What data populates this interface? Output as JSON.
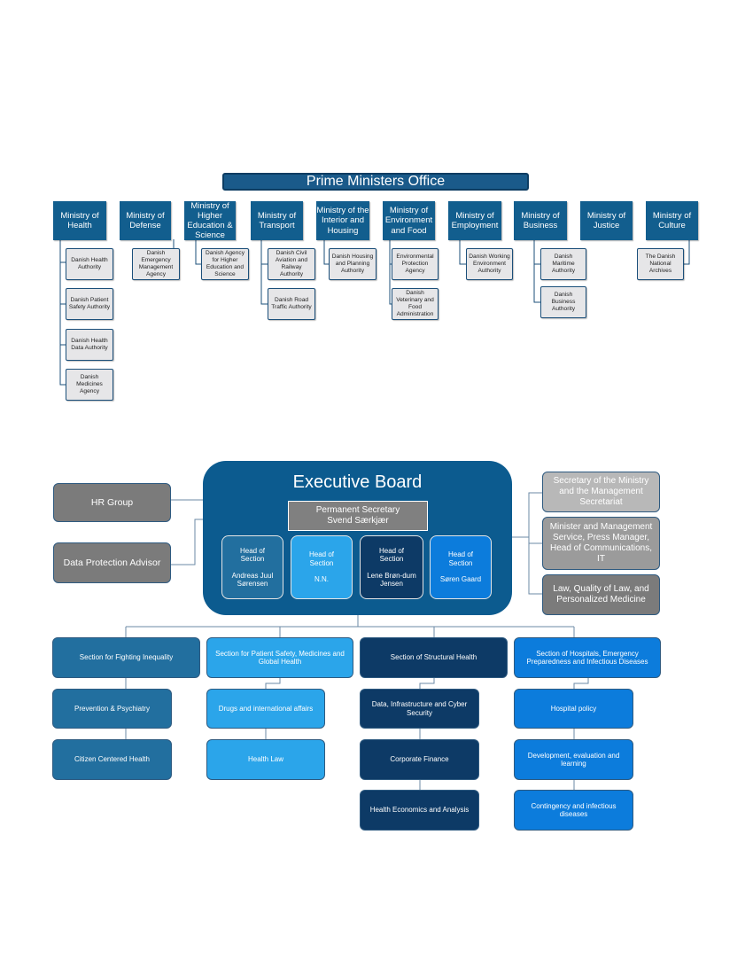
{
  "colors": {
    "ministry": "#125e8e",
    "agency_bg": "#e6e6e8",
    "board": "#0c5b8f",
    "gray": "#7b7b7b",
    "col1": "#226f9f",
    "col2": "#2ba5ea",
    "col3": "#0d3a66",
    "col4": "#0c7cdc"
  },
  "top_chart": {
    "title": "Prime Ministers Office",
    "ministries": [
      {
        "name": "Ministry of Health",
        "agencies": [
          "Danish Health Authority",
          "Danish Patient Safety Authority",
          "Danish Health Data Authority",
          "Danish Medicines Agency"
        ]
      },
      {
        "name": "Ministry of Defense",
        "agencies": [
          "Danish Emergency Management Agency"
        ]
      },
      {
        "name": "Ministry of Higher Education & Science",
        "agencies": [
          "Danish Agency for Higher Education and Science"
        ]
      },
      {
        "name": "Ministry of Transport",
        "agencies": [
          "Danish Civil Aviation and Railway Authority",
          "Danish Road Traffic Authority"
        ]
      },
      {
        "name": "Ministry of the Interior and Housing",
        "agencies": [
          "Danish Housing and Planning Authority"
        ]
      },
      {
        "name": "Ministry of Environment and Food",
        "agencies": [
          "Environmental Protection Agency",
          "Danish Veterinary and Food Administration"
        ]
      },
      {
        "name": "Ministry of Employment",
        "agencies": [
          "Danish Working Environment Authority"
        ]
      },
      {
        "name": "Ministry of Business",
        "agencies": [
          "Danish Maritime Authority",
          "Danish Business Authority"
        ]
      },
      {
        "name": "Ministry of Justice",
        "agencies": []
      },
      {
        "name": "Ministry of Culture",
        "agencies": [
          "The Danish National Archives"
        ]
      }
    ]
  },
  "bottom_chart": {
    "board_title": "Executive Board",
    "secretary": {
      "role": "Permanent Secretary",
      "name": "Svend Særkjær"
    },
    "heads": [
      {
        "role": "Head of Section",
        "name": "Andreas Juul Sørensen"
      },
      {
        "role": "Head of Section",
        "name": "N.N."
      },
      {
        "role": "Head of Section",
        "name": "Lene Brøn-dum Jensen"
      },
      {
        "role": "Head of Section",
        "name": "Søren Gaard"
      }
    ],
    "left_boxes": [
      "HR Group",
      "Data Protection Advisor"
    ],
    "right_boxes": [
      "Secretary of the Ministry and the Management Secretariat",
      "Minister and Management Service, Press Manager, Head of Communications, IT",
      "Law, Quality of Law, and Personalized Medicine"
    ],
    "columns": [
      {
        "header": "Section for Fighting Inequality",
        "items": [
          "Prevention & Psychiatry",
          "Citizen Centered Health"
        ]
      },
      {
        "header": "Section for Patient Safety, Medicines and Global Health",
        "items": [
          "Drugs and international affairs",
          "Health Law"
        ]
      },
      {
        "header": "Section of Structural Health",
        "items": [
          "Data, Infrastructure and Cyber Security",
          "Corporate Finance",
          "Health Economics and Analysis"
        ]
      },
      {
        "header": "Section of Hospitals, Emergency Preparedness and Infectious Diseases",
        "items": [
          "Hospital policy",
          "Development, evaluation and learning",
          "Contingency and infectious diseases"
        ]
      }
    ]
  }
}
